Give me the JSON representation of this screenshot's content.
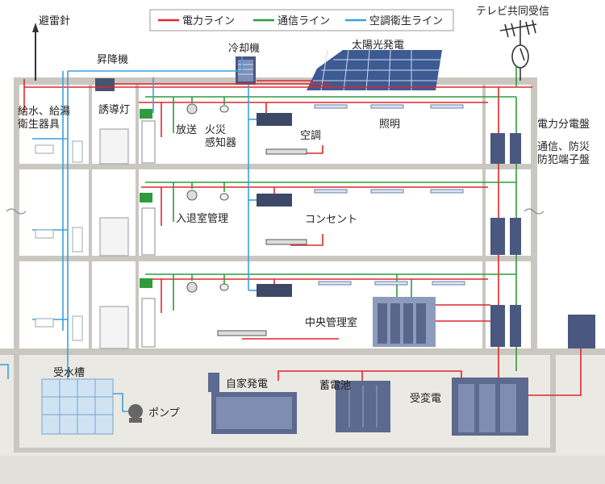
{
  "legend": {
    "items": [
      {
        "label": "電力ライン",
        "color": "#e0262c"
      },
      {
        "label": "通信ライン",
        "color": "#2e9b3c"
      },
      {
        "label": "空調衛生ライン",
        "color": "#3aa0e0"
      }
    ]
  },
  "labels": {
    "lightning_rod": "避雷針",
    "tv_antenna": "テレビ共同受信",
    "elevator": "昇降機",
    "chiller": "冷却機",
    "solar": "太陽光発電",
    "water_sanitary": "給水、給湯\n衛生器具",
    "guide_light": "誘導灯",
    "broadcast": "放送",
    "fire_detector": "火災\n感知器",
    "air_conditioning": "空調",
    "lighting": "照明",
    "power_panel": "電力分電盤",
    "comm_panel": "通信、防災\n防犯端子盤",
    "access_control": "入退室管理",
    "outlet": "コンセント",
    "central_control": "中央管理室",
    "water_tank": "受水槽",
    "pump": "ポンプ",
    "generator": "自家発電",
    "battery": "蓄電池",
    "substation": "受変電"
  },
  "colors": {
    "power": "#e0262c",
    "comm": "#2e9b3c",
    "hvac": "#3aa0e0",
    "wall": "#c4c2bb",
    "building_bg": "#ffffff",
    "ground_fill": "#e9e7e1",
    "equipment": "#4a577e",
    "tank": "#cfe3f3"
  }
}
